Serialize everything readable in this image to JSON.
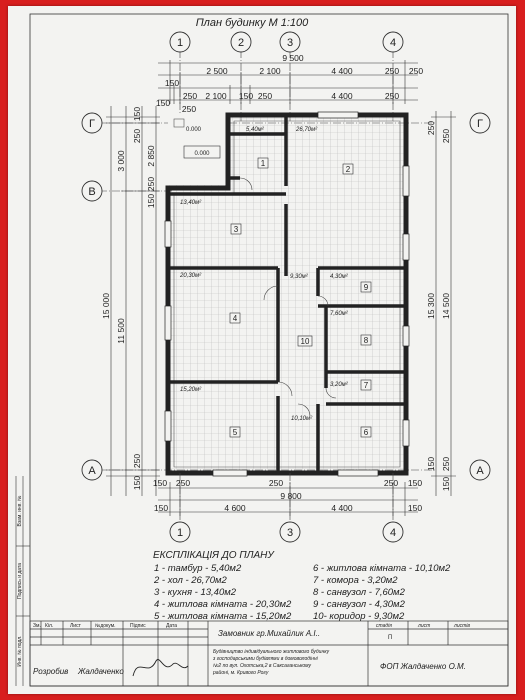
{
  "title": "План будинку М 1:100",
  "axes": {
    "top": [
      "1",
      "2",
      "3",
      "4"
    ],
    "bottom": [
      "1",
      "3",
      "4"
    ],
    "left": [
      "Г",
      "В",
      "А"
    ],
    "right": [
      "Г",
      "А"
    ]
  },
  "dims": {
    "top_total": "9 500",
    "top_row1": [
      "2 500",
      "2 100",
      "4 400",
      "250",
      "250"
    ],
    "top_row2": [
      "250",
      "2 100",
      "150",
      "250",
      "4 400",
      "250"
    ],
    "top_row2_lead": "150",
    "top_tick_a": "150",
    "top_tick_b": "250",
    "bottom_total": "9 800",
    "bottom_row1": [
      "150",
      "250",
      "250",
      "250",
      "150"
    ],
    "bottom_row2": [
      "150",
      "4 600",
      "4 400",
      "150"
    ],
    "left_outer": "15 000",
    "left_mid": [
      "3 000",
      "11 500"
    ],
    "left_inner": [
      "150",
      "250",
      "2 850",
      "250",
      "150"
    ],
    "left_bottom": [
      "250",
      "150"
    ],
    "right_outer": "15 300",
    "right_mid": "14 500",
    "right_small": [
      "250",
      "250",
      "150",
      "250",
      "150"
    ],
    "level_top": "0.000",
    "level_mid": "0.000"
  },
  "rooms": [
    {
      "num": "1",
      "area": "5,40м²"
    },
    {
      "num": "2",
      "area": "26,70м²"
    },
    {
      "num": "3",
      "area": "13,40м²"
    },
    {
      "num": "4",
      "area": "20,30м²"
    },
    {
      "num": "5",
      "area": "15,20м²"
    },
    {
      "num": "6",
      "area": "10,10м²"
    },
    {
      "num": "7",
      "area": "3,20м²"
    },
    {
      "num": "8",
      "area": "7,60м²"
    },
    {
      "num": "9",
      "area": "4,30м²"
    },
    {
      "num": "10",
      "area": "9,30м²"
    }
  ],
  "explication": {
    "title": "ЕКСПЛІКАЦІЯ ДО ПЛАНУ",
    "left": [
      "1 -  тамбур - 5,40м2",
      "2 -  хол - 26,70м2",
      "3 -  кухня - 13,40м2",
      "4 -  житлова кімната - 20,30м2",
      "5 -  житлова кімната - 15,20м2"
    ],
    "right": [
      "6 -  житлова кімната  - 10,10м2",
      "7 -  комора - 3,20м2",
      "8 -  санвузол - 7,60м2",
      "9 -  санвузол - 4,30м2",
      "10- коридор - 9,30м2"
    ]
  },
  "stamp": {
    "headers": [
      "Зм.",
      "Кіл.",
      "Лист",
      "№докум.",
      "Підпис",
      "Дата"
    ],
    "customer": "Замовник гр.Михайлик А.І..",
    "stage_label": "стадія",
    "sheet_label": "лист",
    "sheets_label": "листів",
    "stage_value": "П",
    "project_lines": [
      "Будівництво індивідуального житлового будинку",
      "з господарськими будівлями в домоволодінні",
      "№2 по вул. Охотська,2 в Саксаганському",
      "районі, м. Кривого Рогу"
    ],
    "developer_label": "Розробив",
    "developer_name": "Жалдаченко",
    "firm": "ФОП Жалдаченко О.М."
  },
  "side_labels": [
    "Взам. инв. №",
    "Подпись и дата",
    "Инв. № подл."
  ]
}
